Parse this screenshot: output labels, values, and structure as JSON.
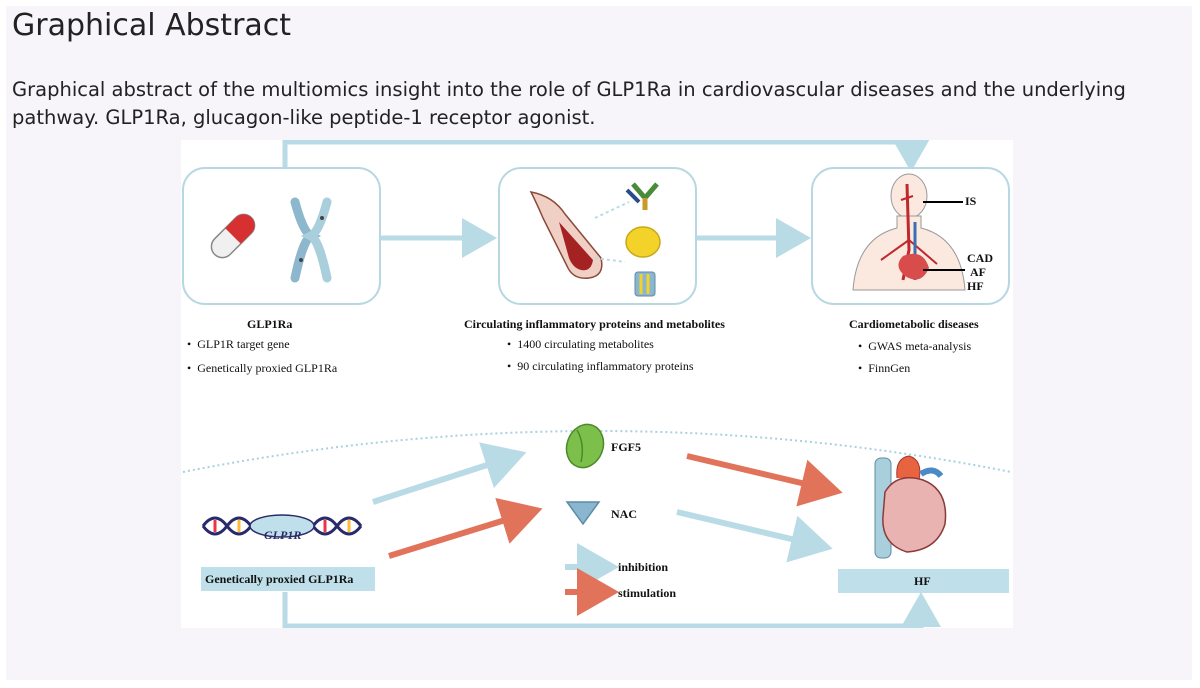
{
  "page_title": "Graphical Abstract",
  "caption": "Graphical abstract of the multiomics insight into the role of GLP1Ra in cardiovascular diseases and the underlying pathway. GLP1Ra, glucagon-like peptide-1 receptor agonist.",
  "figure": {
    "panel1": {
      "heading": "GLP1Ra",
      "items": [
        "GLP1R target gene",
        "Genetically proxied GLP1Ra"
      ]
    },
    "panel2": {
      "heading": "Circulating inflammatory proteins and metabolites",
      "items": [
        "1400 circulating metabolites",
        "90 circulating inflammatory proteins"
      ]
    },
    "panel3": {
      "heading": "Cardiometabolic diseases",
      "items": [
        "GWAS meta-analysis",
        "FinnGen"
      ],
      "disease_labels": [
        "IS",
        "CAD",
        "AF",
        "HF"
      ]
    },
    "pathway": {
      "gene_label": "GLP1R",
      "source_label": "Genetically proxied GLP1Ra",
      "mediator1": "FGF5",
      "mediator2": "NAC",
      "target_label": "HF",
      "legend": {
        "inhibition": "inhibition",
        "stimulation": "stimulation"
      }
    },
    "colors": {
      "inhibition": "#b9dbe6",
      "stimulation": "#e2735b",
      "box_border": "#b7d8e3",
      "label_box": "#bfe0ea"
    }
  }
}
